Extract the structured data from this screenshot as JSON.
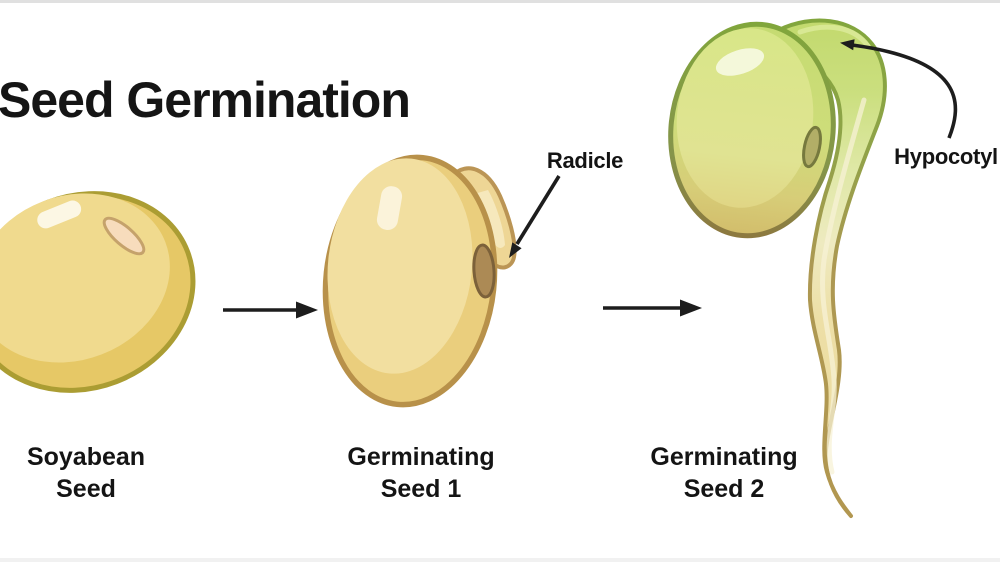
{
  "title": "Seed Germination",
  "stages": [
    {
      "label_line1": "Soyabean",
      "label_line2": "Seed"
    },
    {
      "label_line1": "Germinating",
      "label_line2": "Seed 1"
    },
    {
      "label_line1": "Germinating",
      "label_line2": "Seed 2"
    }
  ],
  "annotations": [
    {
      "label": "Radicle"
    },
    {
      "label": "Hypocotyl"
    }
  ],
  "colors": {
    "background": "#ffffff",
    "top_edge_strip": "#e0e0e0",
    "bottom_edge_strip": "#f1f1f1",
    "text": "#141414",
    "arrow": "#1d1d1d",
    "seed1_fill": "#e6c866",
    "seed1_inner": "#f0da8e",
    "seed1_border": "#ab9d33",
    "seed1_hilum": "#f7dcbc",
    "seed2_fill": "#eace7d",
    "seed2_inner": "#f2dfa0",
    "seed2_border": "#b8914a",
    "seed2_hilum": "#ac8a55",
    "radicle_fill": "#eed695",
    "seed3_green": "#c5db71",
    "seed3_border_green": "#81a63c",
    "sprout_root": "#ebd99e",
    "sprout_root_border": "#b29750",
    "highlight": "#fbf4dd"
  }
}
